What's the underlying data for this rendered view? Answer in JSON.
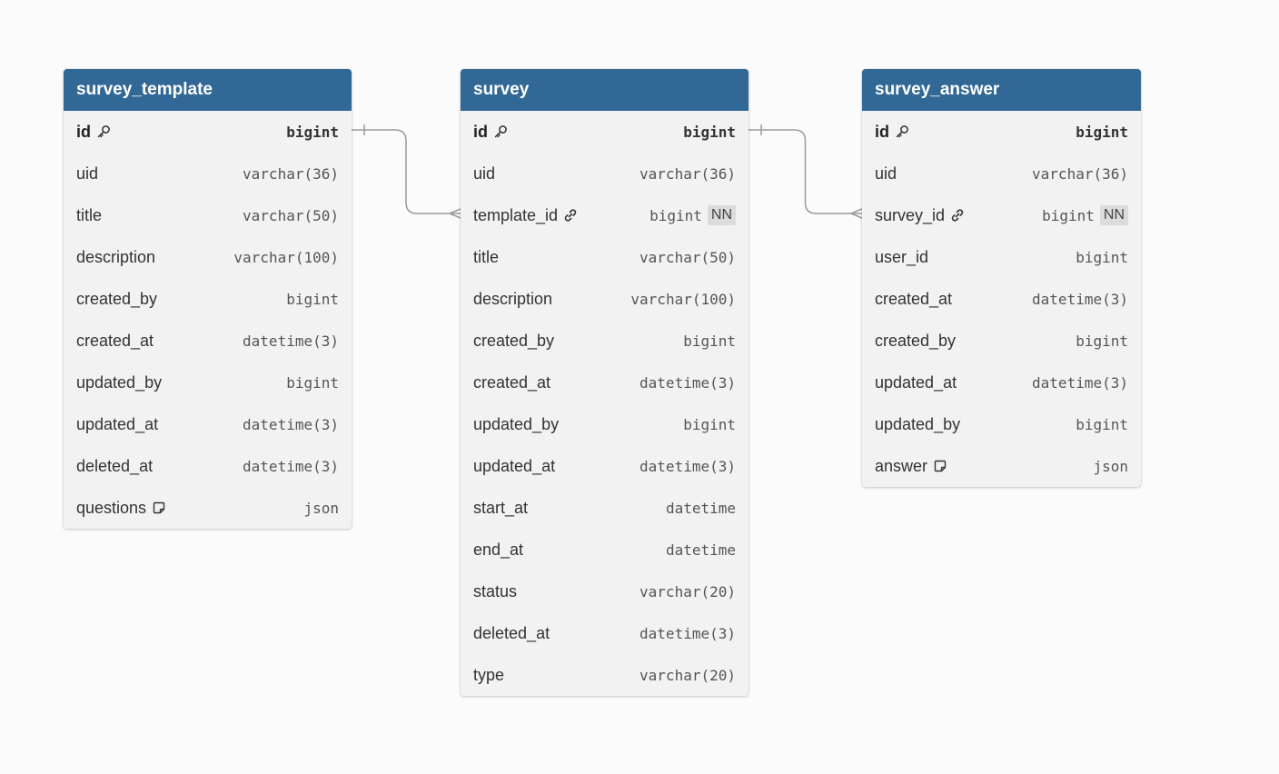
{
  "tables": [
    {
      "name": "survey_template",
      "columns": [
        {
          "name": "id",
          "type": "bigint",
          "icon": "key-icon",
          "pk": true
        },
        {
          "name": "uid",
          "type": "varchar(36)"
        },
        {
          "name": "title",
          "type": "varchar(50)"
        },
        {
          "name": "description",
          "type": "varchar(100)"
        },
        {
          "name": "created_by",
          "type": "bigint"
        },
        {
          "name": "created_at",
          "type": "datetime(3)"
        },
        {
          "name": "updated_by",
          "type": "bigint"
        },
        {
          "name": "updated_at",
          "type": "datetime(3)"
        },
        {
          "name": "deleted_at",
          "type": "datetime(3)"
        },
        {
          "name": "questions",
          "type": "json",
          "icon": "note-icon"
        }
      ]
    },
    {
      "name": "survey",
      "columns": [
        {
          "name": "id",
          "type": "bigint",
          "icon": "key-icon",
          "pk": true
        },
        {
          "name": "uid",
          "type": "varchar(36)"
        },
        {
          "name": "template_id",
          "type": "bigint",
          "icon": "link-icon",
          "badge": "NN"
        },
        {
          "name": "title",
          "type": "varchar(50)"
        },
        {
          "name": "description",
          "type": "varchar(100)"
        },
        {
          "name": "created_by",
          "type": "bigint"
        },
        {
          "name": "created_at",
          "type": "datetime(3)"
        },
        {
          "name": "updated_by",
          "type": "bigint"
        },
        {
          "name": "updated_at",
          "type": "datetime(3)"
        },
        {
          "name": "start_at",
          "type": "datetime"
        },
        {
          "name": "end_at",
          "type": "datetime"
        },
        {
          "name": "status",
          "type": "varchar(20)"
        },
        {
          "name": "deleted_at",
          "type": "datetime(3)"
        },
        {
          "name": "type",
          "type": "varchar(20)"
        }
      ]
    },
    {
      "name": "survey_answer",
      "columns": [
        {
          "name": "id",
          "type": "bigint",
          "icon": "key-icon",
          "pk": true
        },
        {
          "name": "uid",
          "type": "varchar(36)"
        },
        {
          "name": "survey_id",
          "type": "bigint",
          "icon": "link-icon",
          "badge": "NN"
        },
        {
          "name": "user_id",
          "type": "bigint"
        },
        {
          "name": "created_at",
          "type": "datetime(3)"
        },
        {
          "name": "created_by",
          "type": "bigint"
        },
        {
          "name": "updated_at",
          "type": "datetime(3)"
        },
        {
          "name": "updated_by",
          "type": "bigint"
        },
        {
          "name": "answer",
          "type": "json",
          "icon": "note-icon"
        }
      ]
    }
  ],
  "relations": [
    {
      "from_table": 0,
      "from_column": 0,
      "to_table": 1,
      "to_column": 2,
      "cardinality": "one-to-many"
    },
    {
      "from_table": 1,
      "from_column": 0,
      "to_table": 2,
      "to_column": 2,
      "cardinality": "one-to-many"
    }
  ],
  "colors": {
    "header": "#326896",
    "header_text": "#ffffff",
    "body": "#f2f2f2",
    "connector": "#9a9a9a",
    "badge": "#dcdcdc"
  }
}
